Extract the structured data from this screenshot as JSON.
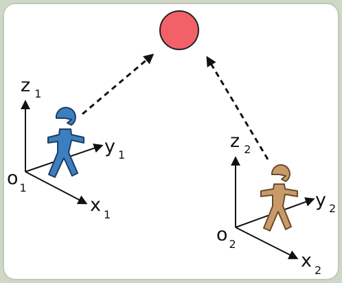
{
  "colors": {
    "background": "#cfd8c6",
    "panel": "#ffffff",
    "target": "#f26167",
    "person_1": "#3b7fc0",
    "person_2": "#c89a6a",
    "lines": "#111111"
  },
  "target": {
    "icon": "red-circle"
  },
  "frame_1": {
    "origin": {
      "main": "o",
      "sub": "1"
    },
    "x": {
      "main": "x",
      "sub": "1"
    },
    "y": {
      "main": "y",
      "sub": "1"
    },
    "z": {
      "main": "z",
      "sub": "1"
    },
    "person_icon": "person-icon"
  },
  "frame_2": {
    "origin": {
      "main": "o",
      "sub": "2"
    },
    "x": {
      "main": "x",
      "sub": "2"
    },
    "y": {
      "main": "y",
      "sub": "2"
    },
    "z": {
      "main": "z",
      "sub": "2"
    },
    "person_icon": "person-icon"
  }
}
